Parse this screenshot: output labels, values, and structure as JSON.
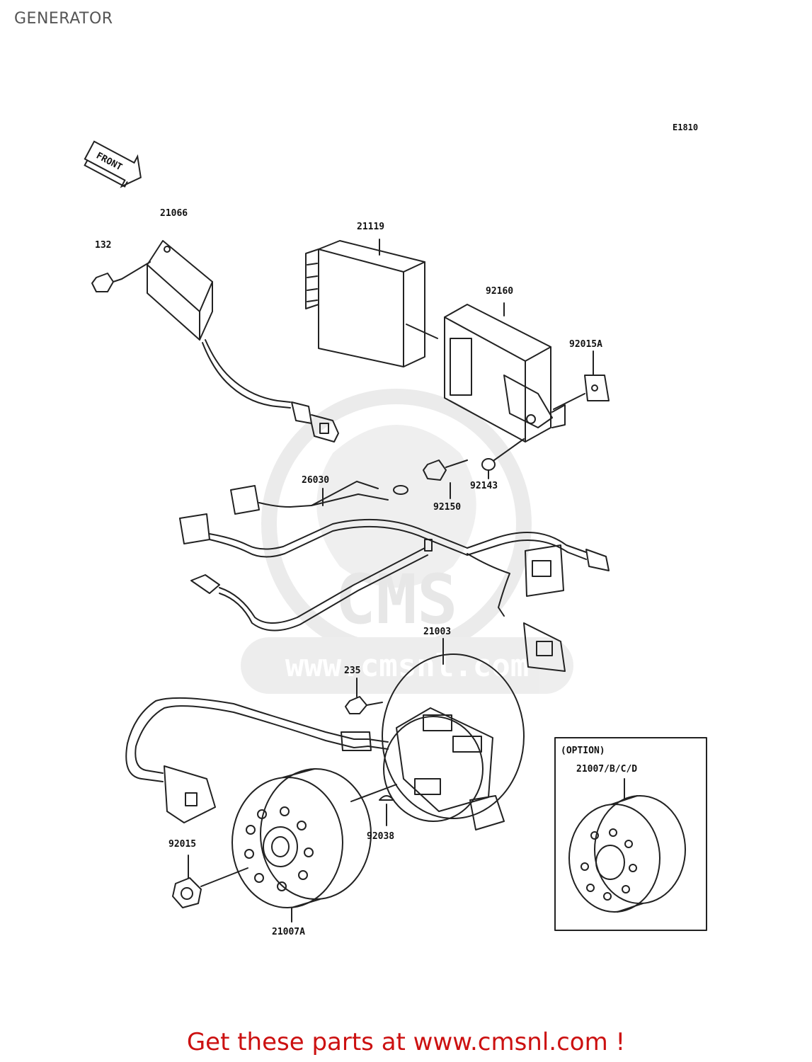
{
  "header": {
    "title": "GENERATOR",
    "diagram_code": "E1810"
  },
  "front_marker": "FRONT",
  "watermark": {
    "logo_text": "CMS",
    "url_text": "www.cmsnl.com"
  },
  "parts": {
    "p21066": "21066",
    "p132": "132",
    "p21119": "21119",
    "p92160": "92160",
    "p92015A": "92015A",
    "p92143": "92143",
    "p92150": "92150",
    "p26030": "26030",
    "p21003": "21003",
    "p235": "235",
    "p92038": "92038",
    "p92015": "92015",
    "p21007A": "21007A"
  },
  "option_box": {
    "heading": "(OPTION)",
    "part": "21007/B/C/D"
  },
  "footer": {
    "banner": "Get these parts at www.cmsnl.com !"
  },
  "colors": {
    "banner": "#cc1111",
    "line": "#222222",
    "watermark": "#dcdcdc"
  }
}
